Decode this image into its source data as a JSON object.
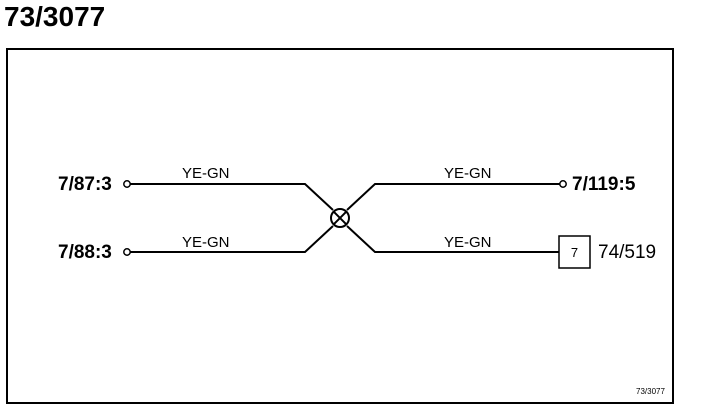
{
  "title": "73/3077",
  "connectors": {
    "left_top": "7/87:3",
    "left_bottom": "7/88:3",
    "right_top": "7/119:5"
  },
  "wires": {
    "left_top": "YE-GN",
    "left_bottom": "YE-GN",
    "right_top": "YE-GN",
    "right_bottom": "YE-GN"
  },
  "component": {
    "pin": "7",
    "name": "74/519"
  },
  "splice_symbol": "splice-icon",
  "reference": "73/3077"
}
